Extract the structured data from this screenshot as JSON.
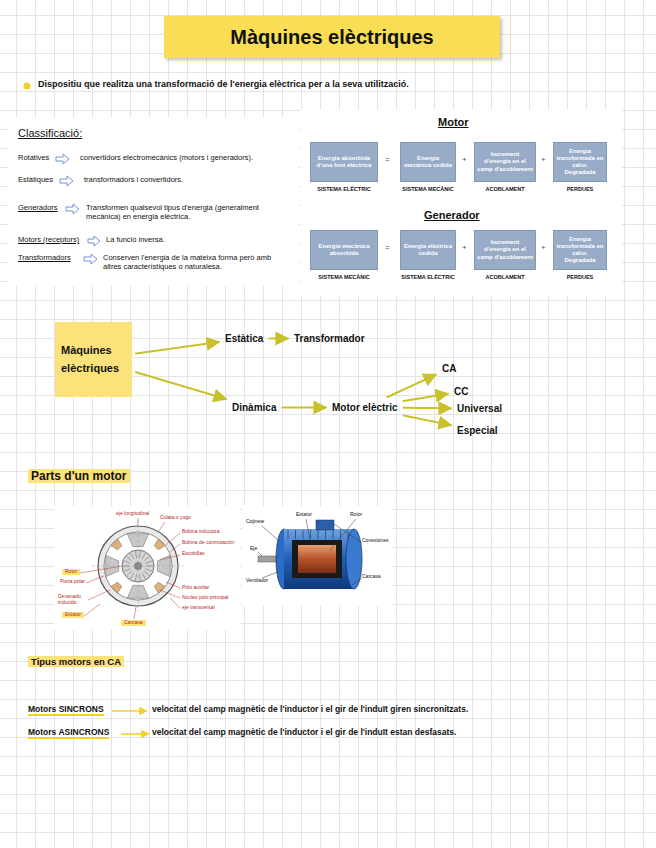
{
  "diagram": {
    "title": "Màquines elèctriques",
    "nodes": [
      {
        "text": [
          "Energia absorbida d'una font elèctrica",
          "SISTEMA ELÈCTRIC"
        ]
      },
      {
        "text": [
          "Energia mecànica cedida",
          "SISTEMA MECÀNIC"
        ]
      },
      {
        "text": [
          "Increment d'energia en el camp d'acoblament",
          "ACOBLAMENT"
        ]
      },
      {
        "text": [
          "Energia transformada en calor. Degradada",
          "PERDUES"
        ]
      },
      {
        "text": [
          "Energia mecànica absorbida",
          "SISTEMA MECÀNIC"
        ]
      },
      {
        "text": [
          "Energia elèctrica cedida",
          "SISTEMA ELÈCTRIC"
        ]
      },
      {
        "text": [
          "Increment d'energia en el camp d'acoblament",
          "ACOBLAMENT"
        ]
      },
      {
        "text": [
          "Energia transformada en calor. Degradada",
          "PERDUES"
        ]
      },
      {
        "text": [
          "Màquines elèctriques"
        ]
      },
      {
        "text": [
          "Estàtica"
        ]
      },
      {
        "text": [
          "Transformador"
        ]
      },
      {
        "text": [
          "Dinàmica"
        ]
      },
      {
        "text": [
          "Motor elèctric"
        ]
      },
      {
        "text": [
          "CA"
        ]
      },
      {
        "text": [
          "CC"
        ]
      },
      {
        "text": [
          "Universal"
        ]
      },
      {
        "text": [
          "Especial"
        ]
      }
    ],
    "edges": [
      {
        "from": 8,
        "to": 9,
        "arrow": "to"
      },
      {
        "from": 8,
        "to": 11,
        "arrow": "to"
      },
      {
        "from": 9,
        "to": 10,
        "arrow": "to"
      },
      {
        "from": 11,
        "to": 12,
        "arrow": "to"
      },
      {
        "from": 12,
        "to": 13,
        "arrow": "to"
      },
      {
        "from": 12,
        "to": 14,
        "arrow": "to"
      },
      {
        "from": 12,
        "to": 15,
        "arrow": "to"
      },
      {
        "from": 12,
        "to": 16,
        "arrow": "to"
      }
    ],
    "labels": [
      "Dispositiu que realitza una transformació de l'energia elèctrica per a la seva utilització.",
      "Classificació:",
      "Rotatives",
      "convertidors electromecànics (motors i generadors).",
      "Estàtiques",
      "transformadors i convertidors.",
      "Generadors",
      "Transformen qualsevol tipus d'energia (generalment mecànica) en energia elèctrica.",
      "Motors (receptors)",
      "La funció inversa.",
      "Transformadors",
      "Conserven l'energia de la mateixa forma però amb altres característiques o naturalesa.",
      "Motor",
      "=",
      "+",
      "+",
      "Generador",
      "=",
      "+",
      "+",
      "Parts d'un motor",
      "eje longitudinal",
      "Culata o yugo",
      "Bobina inductora",
      "Bobina de conmutación",
      "Escobillas",
      "Rotor",
      "Pieza polar",
      "Devanado inducido",
      "Estator",
      "Polo auxiliar",
      "Núcleo polo principal",
      "eje transversal",
      "Carcasa",
      "Cojinete",
      "Estator",
      "Rotor",
      "Conexiones",
      "Carcasa",
      "Ventilador",
      "Eje",
      "Tipus motors en CA",
      "Motors SINCRONS",
      "velocitat del camp magnètic de l'inductor i el gir de l'induït giren sincronitzats.",
      "Motors ASINCRONS",
      "velocitat del camp magnètic de l'inductor i el gir de l'induït estan desfasats."
    ]
  }
}
